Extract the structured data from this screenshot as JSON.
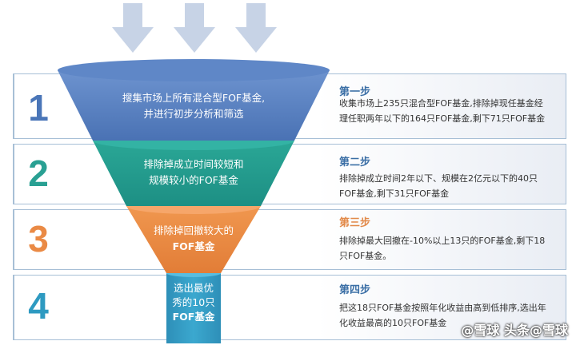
{
  "steps": [
    {
      "number": "1",
      "color": "#4a76b8",
      "stage_line1": "搜集市场上所有混合型FOF基金,",
      "stage_line2": "并进行初步分析和筛选",
      "title": "第一步",
      "desc": "收集市场上235只混合型FOF基金,排除掉现任基金经理任职两年以下的164只FOF基金,剩下71只FOF基金"
    },
    {
      "number": "2",
      "color": "#29a093",
      "stage_line1": "排除掉成立时间较短和",
      "stage_line2": "规模较小的FOF基金",
      "title": "第二步",
      "desc": "排除掉成立时间2年以下、规模在2亿元以下的40只FOF基金,剩下31只FOF基金"
    },
    {
      "number": "3",
      "color": "#ea8a45",
      "stage_line1": "排除掉回撤较大的",
      "stage_line2": "FOF基金",
      "title": "第三步",
      "desc": "排除掉最大回撤在-10%以上13只的FOF基金,剩下18只FOF基金。"
    },
    {
      "number": "4",
      "color": "#2e9ac1",
      "stage_line1": "选出最优",
      "stage_line2": "秀的10只",
      "stage_line3": "FOF基金",
      "title": "第四步",
      "desc": "把这18只FOF基金按照年化收益由高到低排序,选出年化收益最高的10只FOF基金"
    }
  ],
  "watermark": "@雪球 头条@雪球"
}
